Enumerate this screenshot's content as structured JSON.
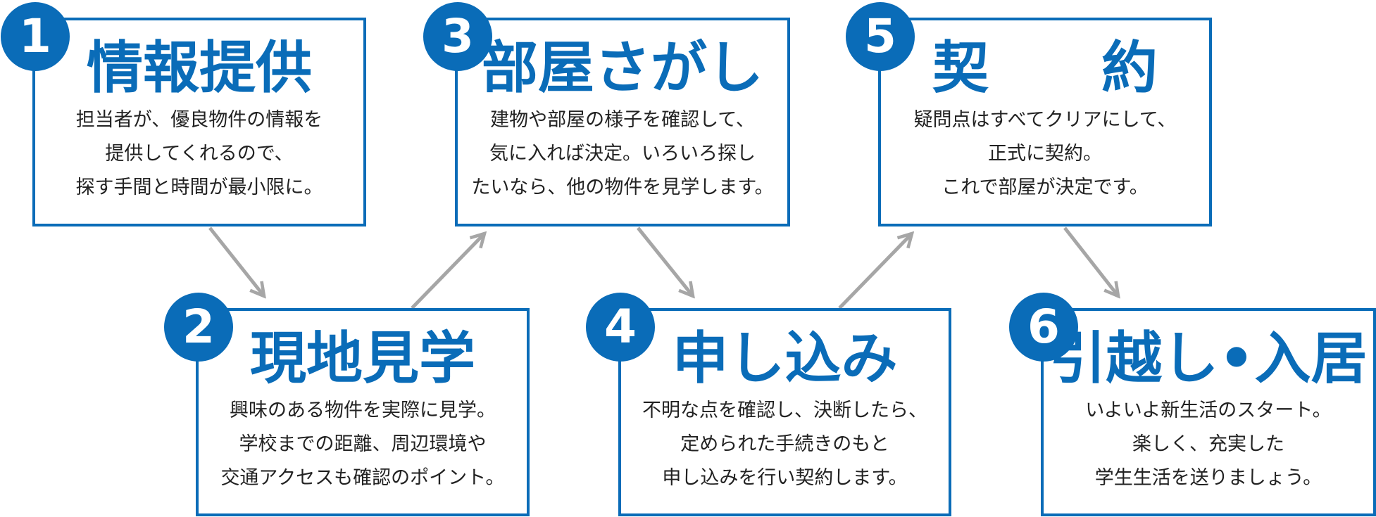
{
  "steps": [
    {
      "number": "1",
      "title": "情報提供",
      "lines": [
        "担当者が、優良物件の情報を",
        "提供してくれるので、",
        "探す手間と時間が最小限に。"
      ]
    },
    {
      "number": "2",
      "title": "現地見学",
      "lines": [
        "興味のある物件を実際に見学。",
        "学校までの距離、周辺環境や",
        "交通アクセスも確認のポイント。"
      ]
    },
    {
      "number": "3",
      "title": "部屋さがし",
      "lines": [
        "建物や部屋の様子を確認して、",
        "気に入れば決定。いろいろ探し",
        "たいなら、他の物件を見学します。"
      ]
    },
    {
      "number": "4",
      "title": "申し込み",
      "lines": [
        "不明な点を確認し、決断したら、",
        "定められた手続きのもと",
        "申し込みを行い契約します。"
      ]
    },
    {
      "number": "5",
      "title": "契　　約",
      "lines": [
        "疑問点はすべてクリアにして、",
        "正式に契約。",
        "これで部屋が決定です。"
      ]
    },
    {
      "number": "6",
      "title": "引越し•入居",
      "lines": [
        "いよいよ新生活のスタート。",
        "楽しく、充実した",
        "学生生活を送りましょう。"
      ]
    }
  ],
  "colors": {
    "accent": "#0a6cb8",
    "arrow": "#a6a6a6",
    "text": "#222222"
  }
}
